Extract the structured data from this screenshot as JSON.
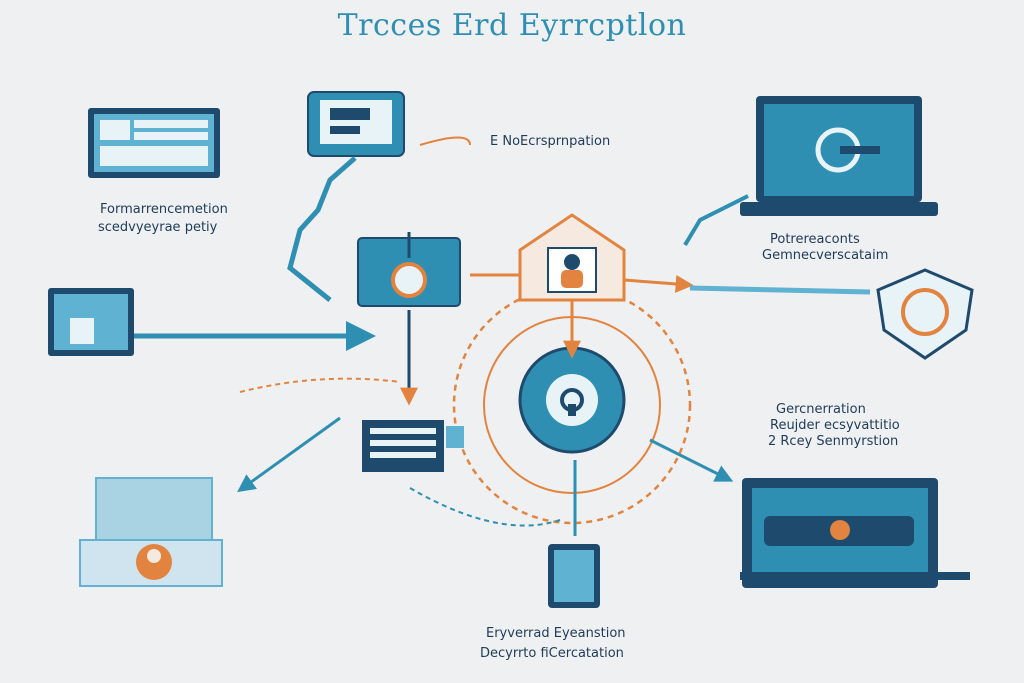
{
  "title": "Trcces Erd Eyrrcptlon",
  "labels": {
    "top_center": "E NoEcrsprnpation",
    "left_1": "Formarrencemetion",
    "left_2": "scedvyeyrae petiy",
    "right_top_1": "Potrereaconts",
    "right_top_2": "Gemnecverscataim",
    "right_mid_1": "Gercnerration",
    "right_mid_2": "Reujder ecsyvattitio",
    "right_mid_3": "2 Rcey Senmyrstion",
    "bottom_1": "Eryverrad Eyeanstion",
    "bottom_2": "Decyrrto fiCercatation"
  },
  "colors": {
    "blue": "#2f8fb3",
    "navy": "#1e4a6e",
    "orange": "#e2843f",
    "background": "#eef0f2"
  }
}
